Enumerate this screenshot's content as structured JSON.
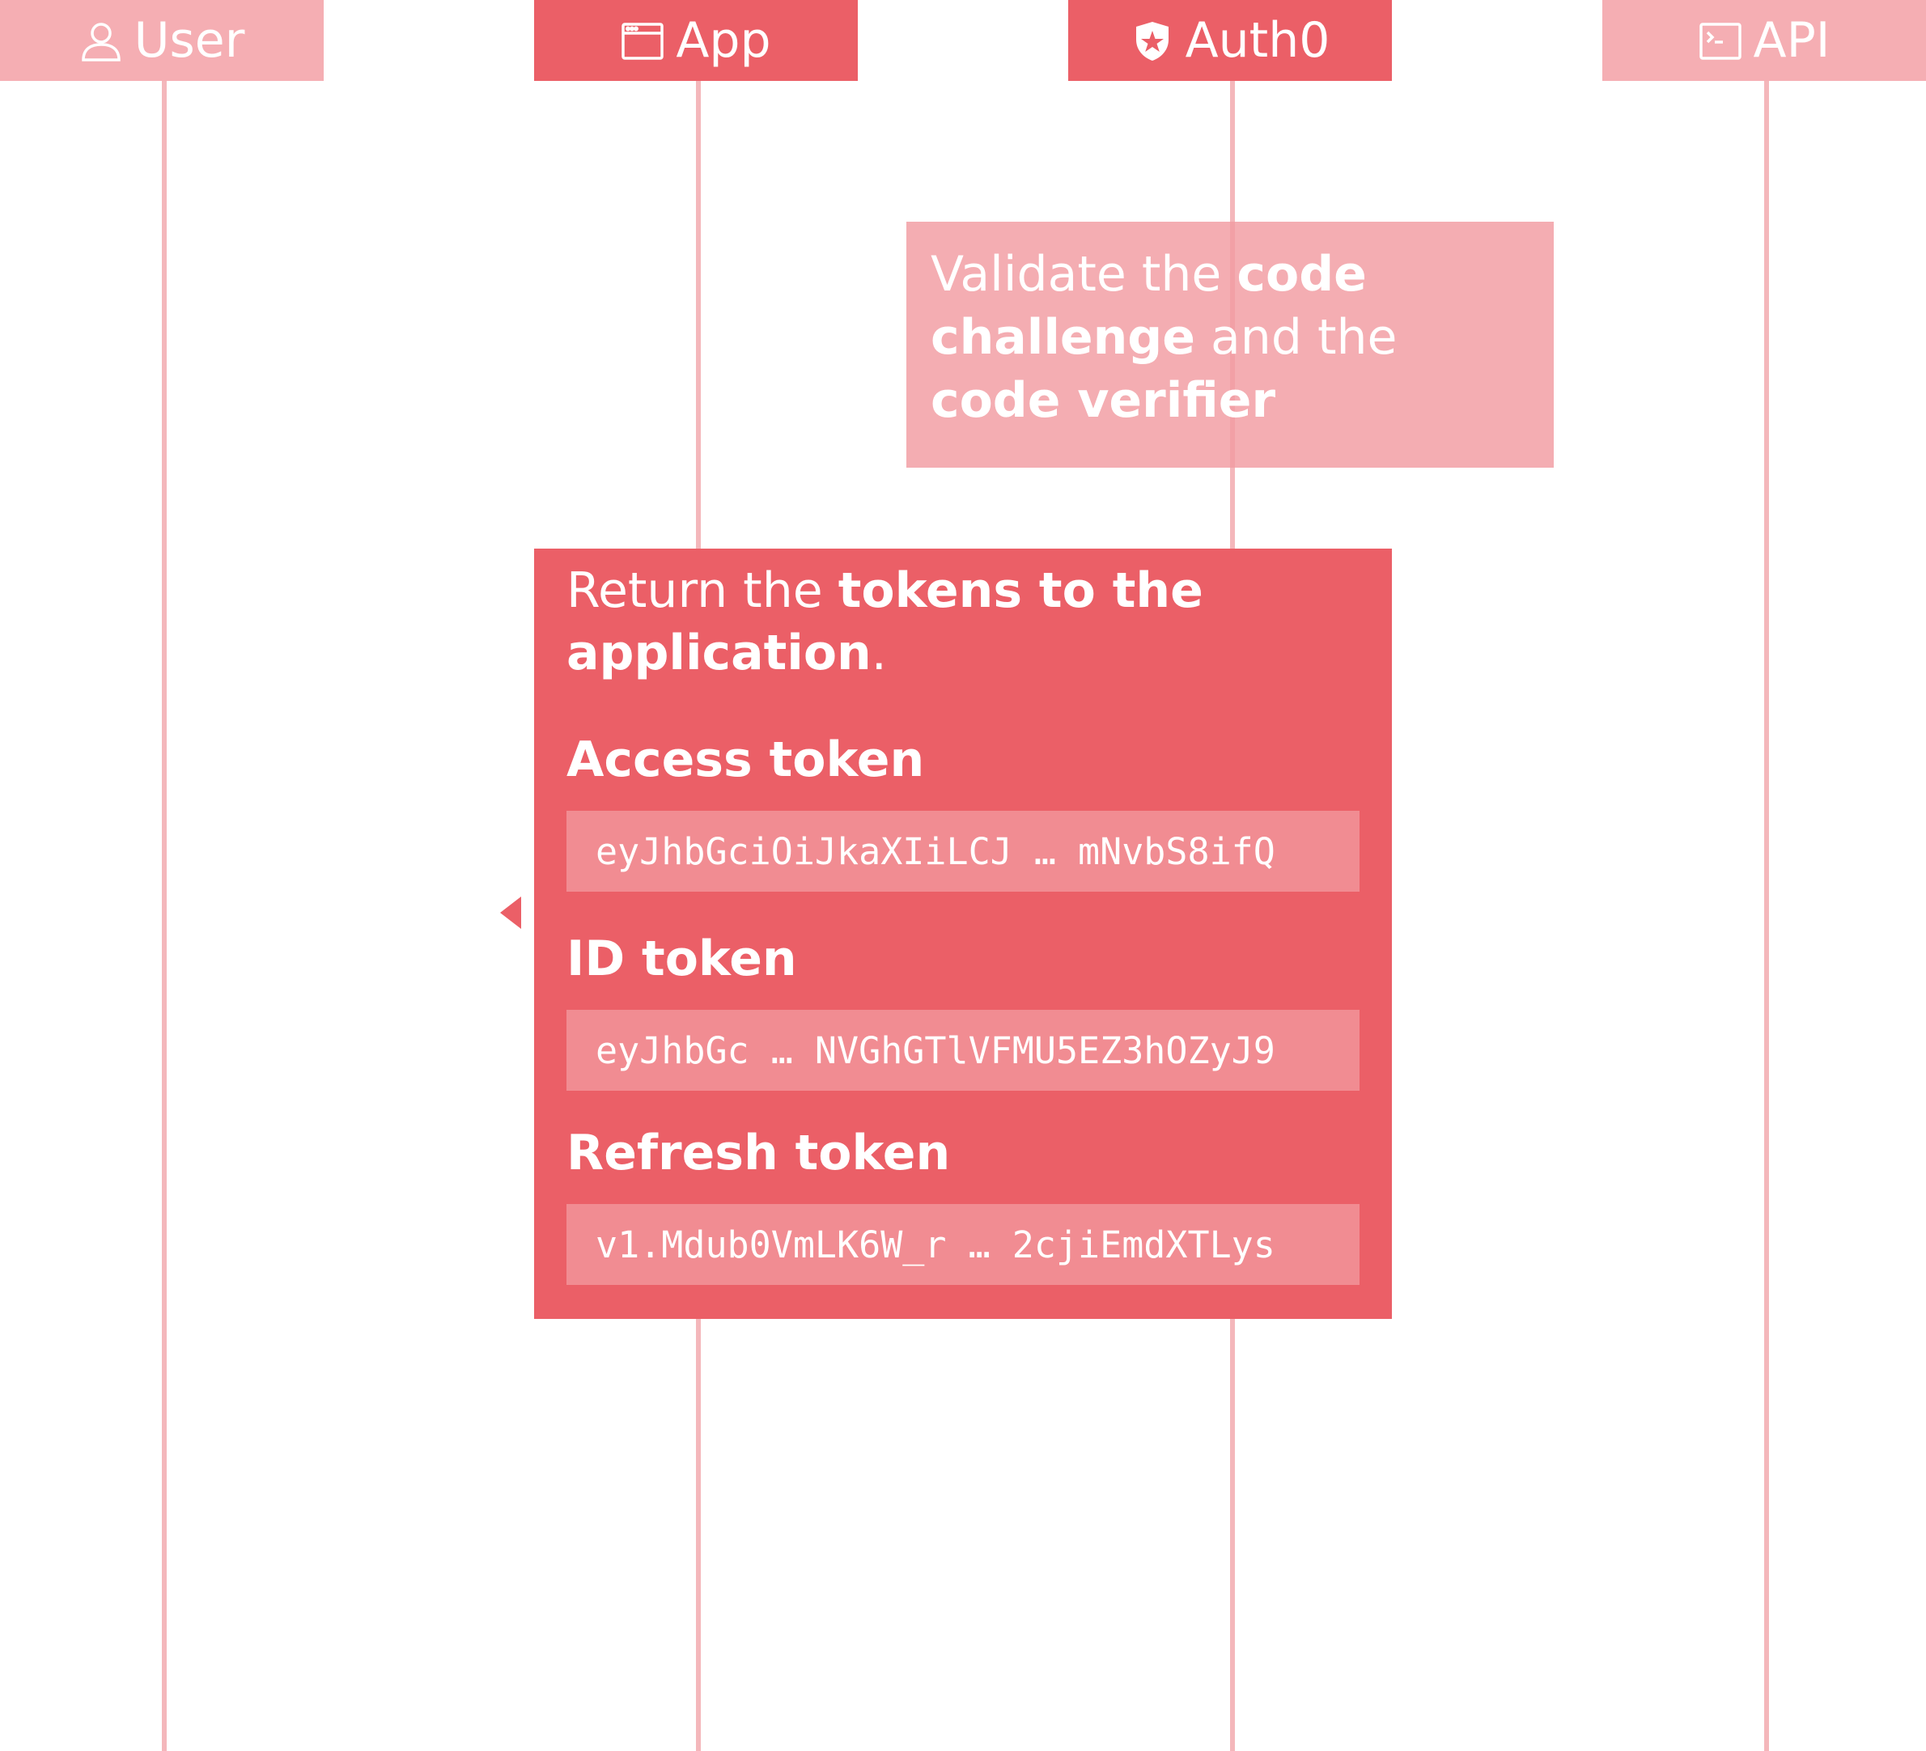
{
  "participants": [
    {
      "label": "User",
      "icon": "user-icon"
    },
    {
      "label": "App",
      "icon": "browser-window-icon"
    },
    {
      "label": "Auth0",
      "icon": "auth0-shield-icon"
    },
    {
      "label": "API",
      "icon": "terminal-icon"
    }
  ],
  "validate_note": {
    "t1": "Validate the ",
    "t2": "code challenge",
    "t3": " and the ",
    "t4": "code verifier"
  },
  "return_note": {
    "t1": "Return the ",
    "t2": "tokens to the application",
    "t3": ".",
    "sections": [
      {
        "title": "Access token",
        "value": "eyJhbGciOiJkaXIiLCJ … mNvbS8ifQ"
      },
      {
        "title": "ID token",
        "value": "eyJhbGc … NVGhGTlVFMU5EZ3hOZyJ9"
      },
      {
        "title": "Refresh token",
        "value": "v1.Mdub0VmLK6W_r … 2cjiEmdXTLys"
      }
    ]
  },
  "colors": {
    "light": "#f5aeb3",
    "dark": "#eb5f67",
    "lifeline": "#f4b7bb",
    "token_box": "#f18c92"
  }
}
